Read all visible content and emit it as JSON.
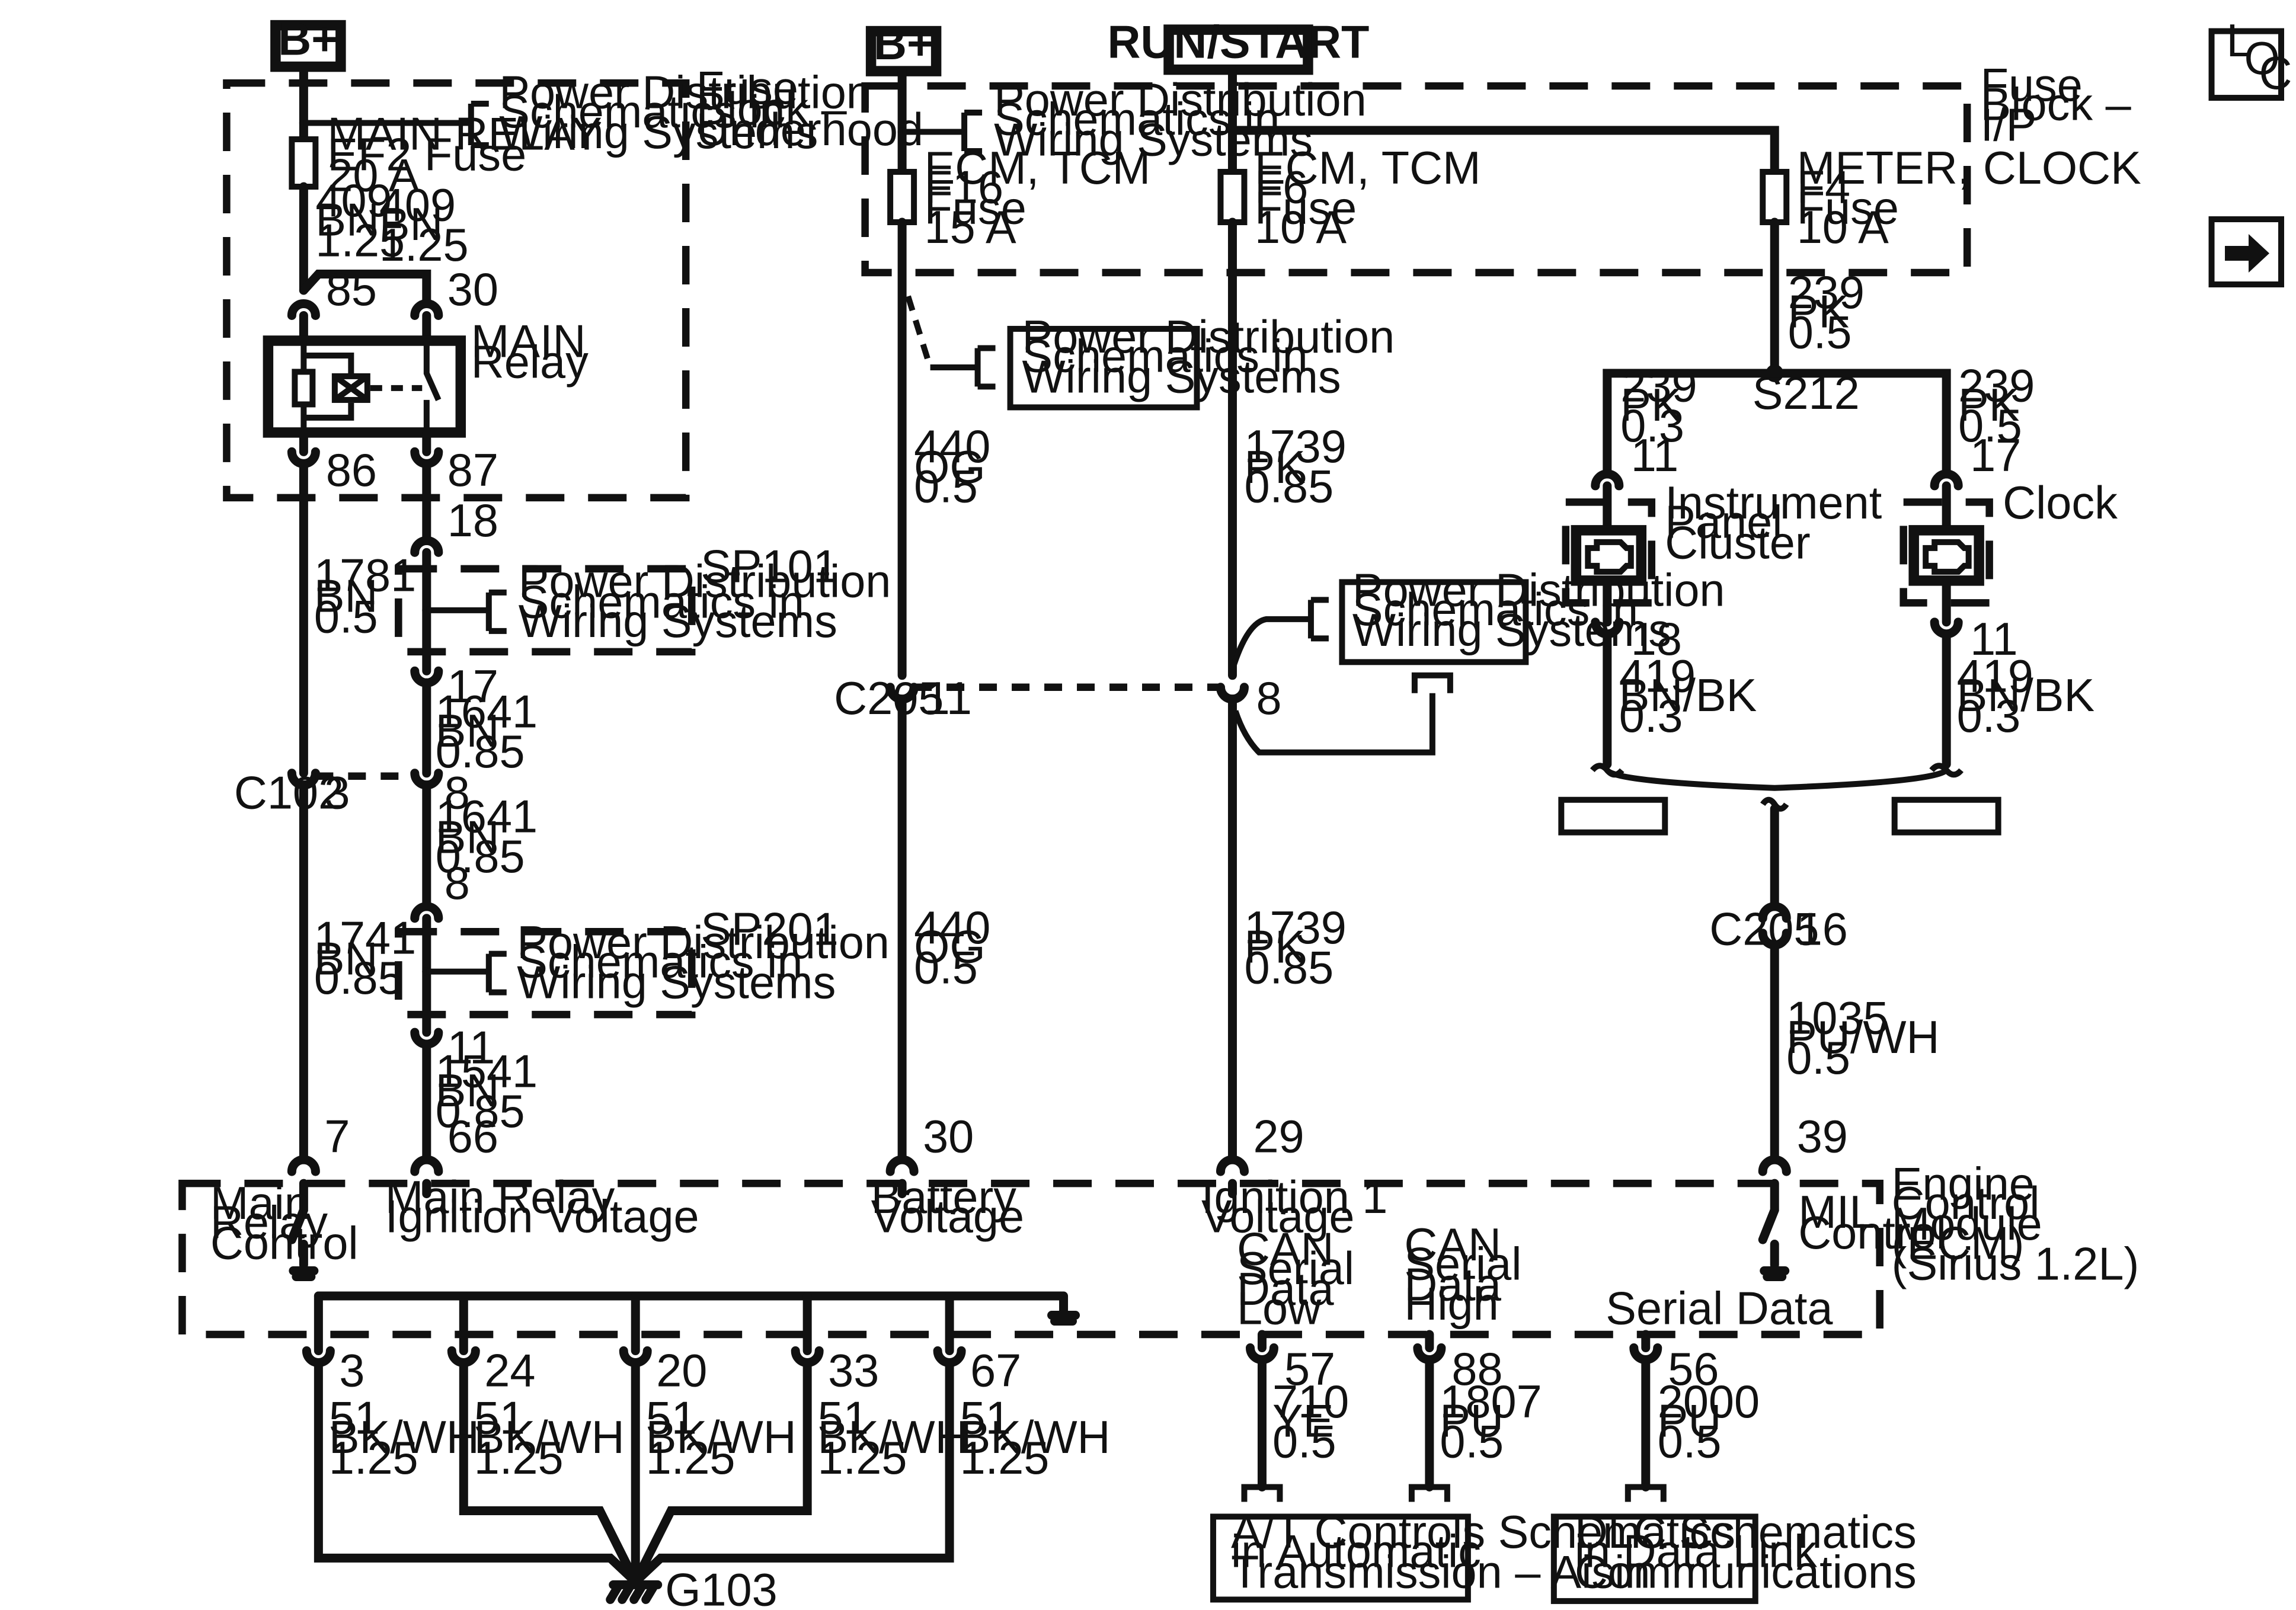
{
  "sources": {
    "b_plus_left": "B+",
    "b_plus_mid": "B+",
    "run_start": "RUN/START"
  },
  "corner": {
    "loc_l": "L",
    "loc_o": "O",
    "loc_c": "C",
    "arrow_icon": "right-arrow-icon"
  },
  "fuse_block_underhood": {
    "title": [
      "Fuse",
      "Block –",
      "Underhood"
    ],
    "pds_ref": [
      "Power Distribution",
      "Schematics in",
      "Wiring Systems"
    ],
    "fuse": [
      "MAIN RELAY",
      "EF2 Fuse",
      "20 A"
    ],
    "wire_a": [
      "409",
      "BN",
      "1.25"
    ],
    "wire_b": [
      "409",
      "BN",
      "1.25"
    ],
    "relay_pin_85": "85",
    "relay_pin_30": "30",
    "relay_pin_86": "86",
    "relay_pin_87": "87",
    "relay_label": [
      "MAIN",
      "Relay"
    ]
  },
  "fuse_block_ip": {
    "title": [
      "Fuse",
      "Block –",
      "I/P"
    ],
    "pds_ref": [
      "Power Distribution",
      "Schematics in",
      "Wiring Systems"
    ],
    "fuse_f16": [
      "ECM, TCM",
      "F16",
      "Fuse",
      "15 A"
    ],
    "fuse_f6": [
      "ECM, TCM",
      "F6",
      "Fuse",
      "10 A"
    ],
    "fuse_f4": [
      "METER, CLOCK",
      "F4",
      "Fuse",
      "10 A"
    ]
  },
  "left_column": {
    "sp101": "SP101",
    "sp201": "SP201",
    "pds_ref_sp101": [
      "Power Distribution",
      "Schematics in",
      "Wiring Systems"
    ],
    "pds_ref_sp201": [
      "Power Distribution",
      "Schematics in",
      "Wiring Systems"
    ],
    "pin_18": "18",
    "pin_17": "17",
    "wire_1781": [
      "1781",
      "BN",
      "0.5"
    ],
    "wire_1641_a": [
      "1641",
      "BN",
      "0.85"
    ],
    "c102": "C102",
    "c102_pin_3": "3",
    "c102_pin_8": "8",
    "wire_1641_b": [
      "1641",
      "BN",
      "0.85"
    ],
    "pin_8b": "8",
    "wire_1741": [
      "1741",
      "BN",
      "0.85"
    ],
    "pin_11": "11",
    "wire_1541": [
      "1541",
      "BN",
      "0.85"
    ],
    "pin_7": "7",
    "pin_66": "66"
  },
  "middle_column": {
    "pds_ref_f16": [
      "Power Distribution",
      "Schematics in",
      "Wiring Systems"
    ],
    "pds_ref_f6": [
      "Power Distribution",
      "Schematics in",
      "Wiring Systems"
    ],
    "wire_440_a": [
      "440",
      "OG",
      "0.5"
    ],
    "wire_1739_a": [
      "1739",
      "PK",
      "0.85"
    ],
    "c205": "C205",
    "c205_pin_11": "11",
    "c205_pin_8": "8",
    "wire_440_b": [
      "440",
      "OG",
      "0.5"
    ],
    "wire_1739_b": [
      "1739",
      "PK",
      "0.85"
    ],
    "pin_30": "30",
    "pin_29": "29"
  },
  "right_column": {
    "wire_239_main": [
      "239",
      "PK",
      "0.5"
    ],
    "s212": "S212",
    "wire_239_ipc": [
      "239",
      "PK",
      "0.3"
    ],
    "wire_239_clock": [
      "239",
      "PK",
      "0.5"
    ],
    "ipc_pin_11": "11",
    "ipc_label": [
      "Instrument",
      "Panel",
      "Cluster"
    ],
    "ipc_icon": "engine-icon",
    "clock_pin_17": "17",
    "clock_label": "Clock",
    "clock_icon": "engine-icon",
    "ipc_pin_18": "18",
    "clock_pin_11": "11",
    "wire_419_ipc": [
      "419",
      "BN/BK",
      "0.3"
    ],
    "wire_419_clock": [
      "419",
      "BN/BK",
      "0.3"
    ],
    "c205": "C205",
    "c205_pin_16": "16",
    "wire_1035": [
      "1035",
      "PU/WH",
      "0.5"
    ],
    "pin_39": "39"
  },
  "ecm": {
    "title": [
      "Engine",
      "Control",
      "Module",
      "(ECM)",
      "(Sirius 1.2L)"
    ],
    "main_relay_control": [
      "Main",
      "Relay",
      "Control"
    ],
    "main_relay_ign": [
      "Main Relay",
      "Ignition Voltage"
    ],
    "battery_voltage": [
      "Battery",
      "Voltage"
    ],
    "ign1_voltage": [
      "Ignition 1",
      "Voltage"
    ],
    "mil_control": [
      "MIL",
      "Control"
    ],
    "can_low": [
      "CAN",
      "Serial",
      "Data",
      "Low"
    ],
    "can_high": [
      "CAN",
      "Serial",
      "Data",
      "High"
    ],
    "serial_data": "Serial Data"
  },
  "grounds": {
    "pins": [
      "3",
      "24",
      "20",
      "33",
      "67"
    ],
    "wires": [
      [
        "51",
        "BK/WH",
        "1.25"
      ],
      [
        "51",
        "BK/WH",
        "1.25"
      ],
      [
        "51",
        "BK/WH",
        "1.25"
      ],
      [
        "51",
        "BK/WH",
        "1.25"
      ],
      [
        "51",
        "BK/WH",
        "1.25"
      ]
    ],
    "g103": "G103"
  },
  "data_lines": {
    "pin_57": "57",
    "pin_88": "88",
    "pin_56": "56",
    "wire_710": [
      "710",
      "YE",
      "0.5"
    ],
    "wire_1807": [
      "1807",
      "PU",
      "0.5"
    ],
    "wire_2000": [
      "2000",
      "PU",
      "0.5"
    ],
    "at_ref": [
      "A/T Controls Schematics",
      "in Automatic",
      "Transmission – Aisin"
    ],
    "dlc_ref": [
      "DLC Schematics",
      "in Data Link",
      "Communications"
    ]
  }
}
